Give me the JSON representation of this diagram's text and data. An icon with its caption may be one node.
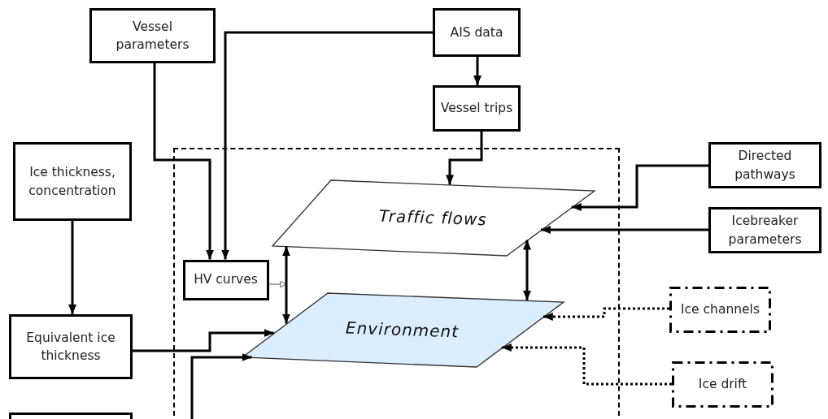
{
  "diagram": {
    "nodes": [
      {
        "text": [
          "Vessel parameters"
        ]
      },
      {
        "text": [
          "AIS data"
        ]
      },
      {
        "text": [
          "Vessel trips"
        ]
      },
      {
        "text": [
          "Directed pathways"
        ]
      },
      {
        "text": [
          "Ice thickness, concentration"
        ]
      },
      {
        "text": [],
        "shape": "box"
      },
      {
        "text": [
          "Traffic flows"
        ],
        "in": 5
      },
      {
        "text": [
          "Icebreaker parameters"
        ]
      },
      {
        "text": [
          "HV curves"
        ],
        "in": 5
      },
      {
        "text": [
          "Environment"
        ],
        "in": 5
      },
      {
        "text": [
          "Ice channels"
        ]
      },
      {
        "text": [
          "Equivalent ice thickness"
        ]
      },
      {
        "text": [
          "Ice drift"
        ]
      },
      {
        "text": [],
        "shape": "box"
      }
    ],
    "edges": [
      {
        "from": 0,
        "to": 8,
        "arrow": "to"
      },
      {
        "from": 1,
        "to": 8,
        "arrow": "to"
      },
      {
        "from": 1,
        "to": 2,
        "arrow": "to"
      },
      {
        "from": 2,
        "to": 6,
        "arrow": "to"
      },
      {
        "from": 3,
        "to": 6,
        "arrow": "to"
      },
      {
        "from": 7,
        "to": 6,
        "arrow": "to"
      },
      {
        "from": 8,
        "to": null,
        "arrow": "to"
      },
      {
        "from": 6,
        "to": 9,
        "arrow": "both"
      },
      {
        "from": 6,
        "to": 9,
        "arrow": "both"
      },
      {
        "from": 10,
        "to": 9,
        "arrow": "to",
        "style": "dashed"
      },
      {
        "from": 12,
        "to": 9,
        "arrow": "to",
        "style": "dashed"
      },
      {
        "from": 4,
        "to": 11,
        "arrow": "to"
      },
      {
        "from": 11,
        "to": 9,
        "arrow": "to"
      },
      {
        "from": null,
        "to": 9,
        "arrow": "to"
      }
    ]
  }
}
